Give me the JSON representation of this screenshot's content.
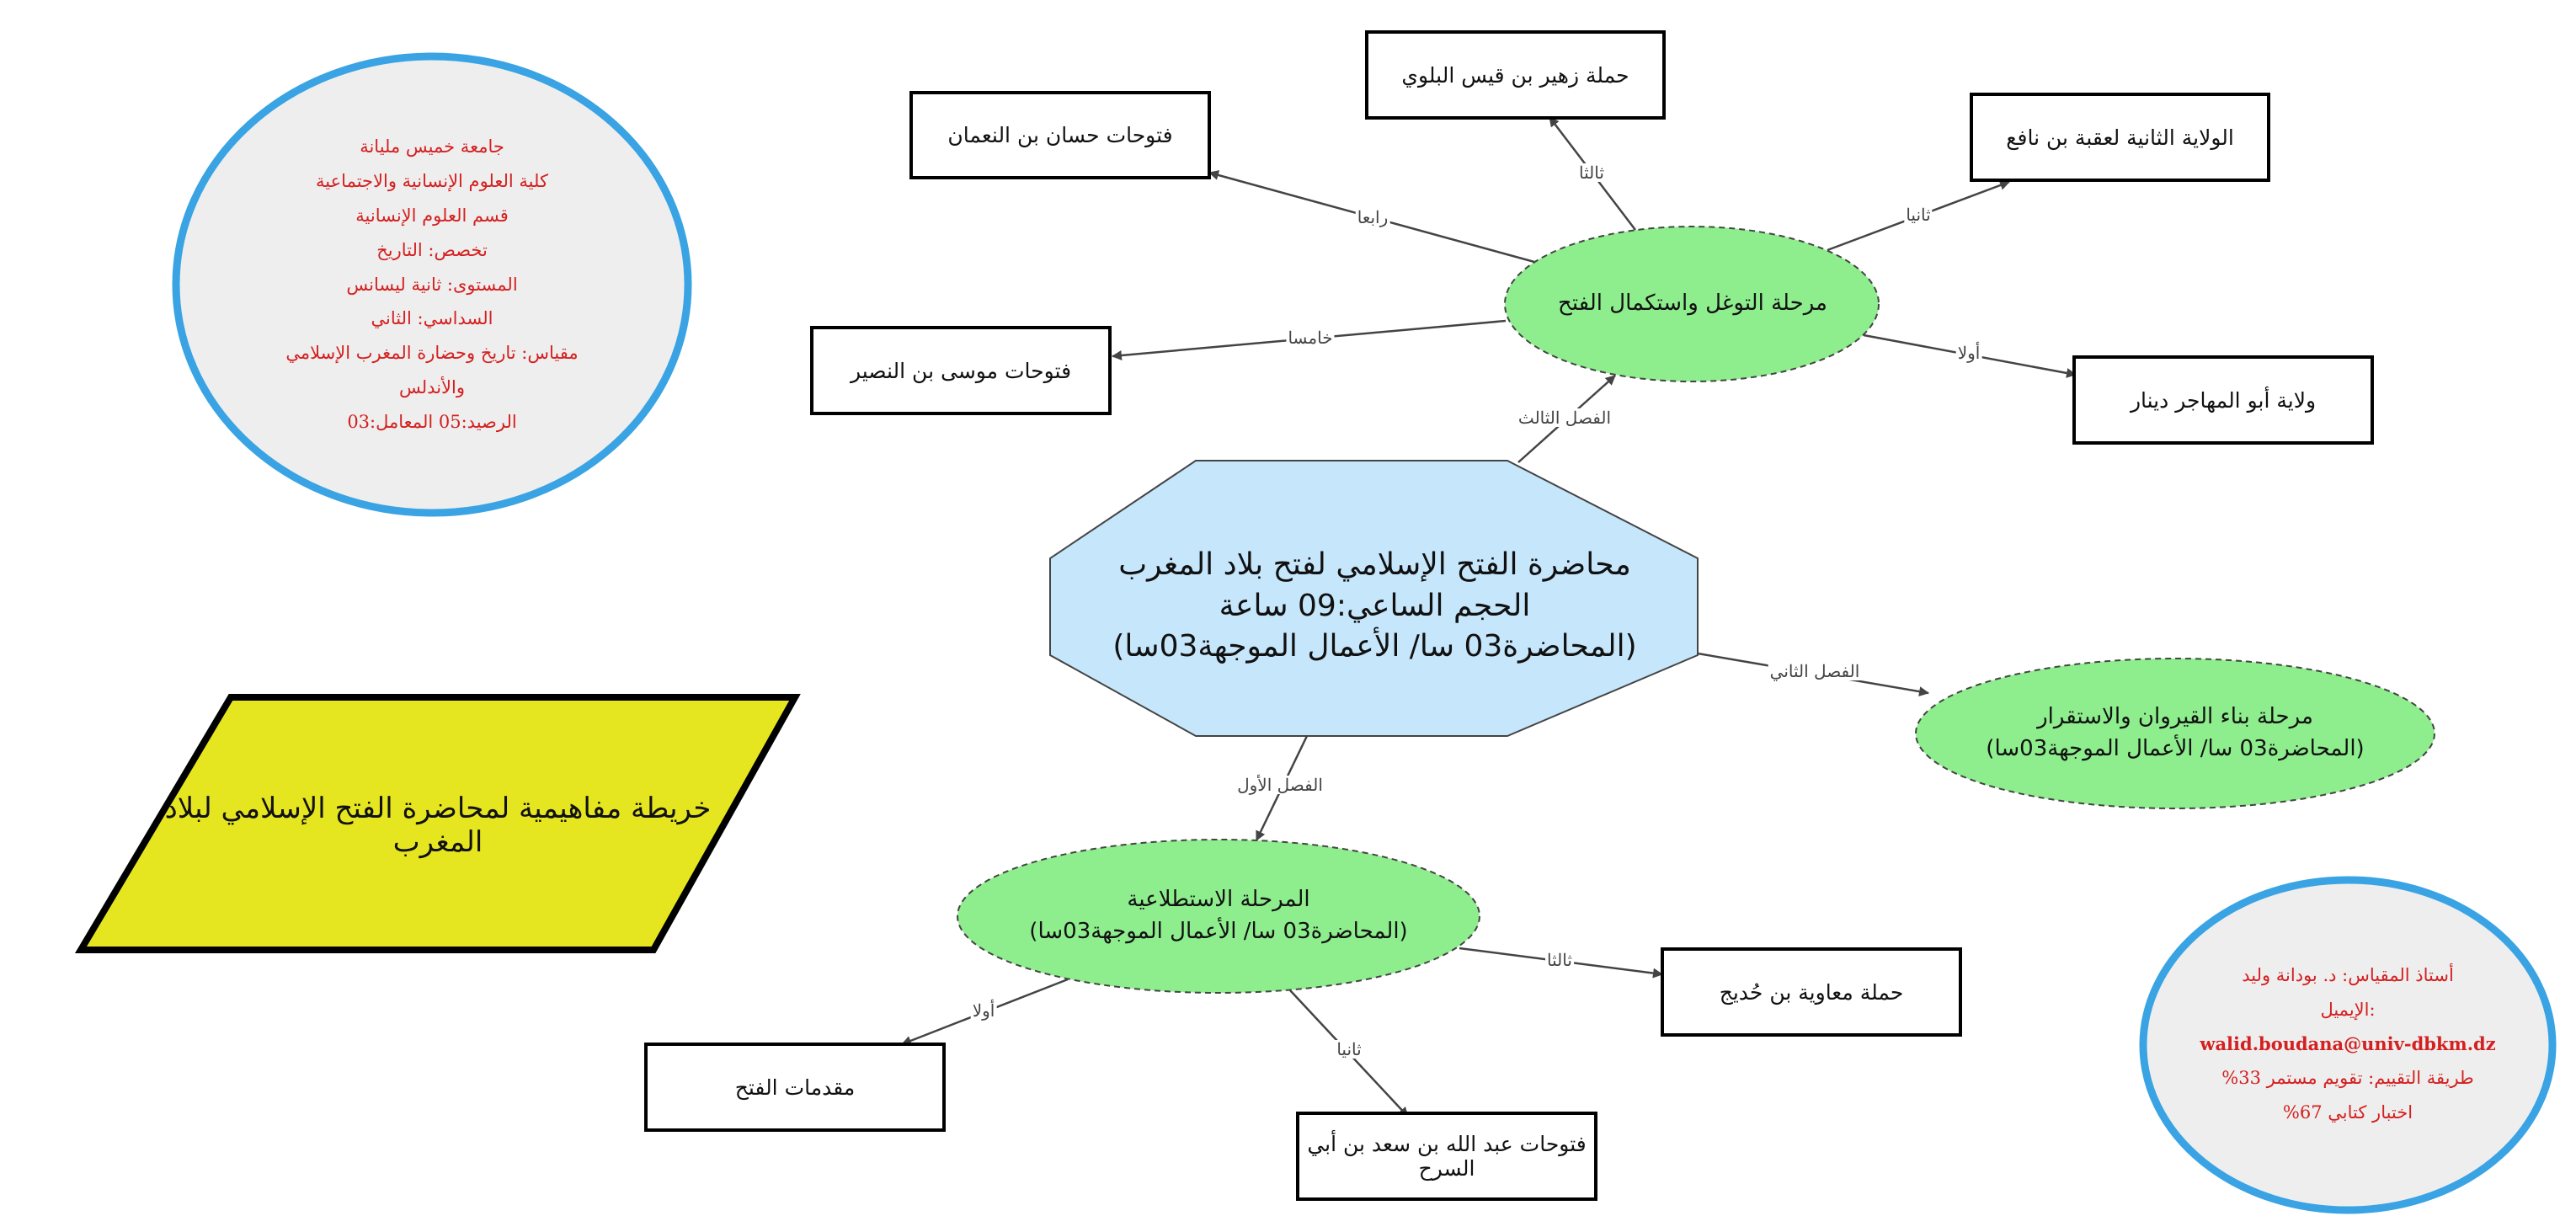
{
  "colors": {
    "phase_fill": "#8eee8e",
    "center_fill": "#c6e6fb",
    "info_fill": "#eeeeee",
    "info_border": "#3aa3e3",
    "info_text": "#d42020",
    "title_fill": "#e6e620"
  },
  "info_top": {
    "lines": [
      "جامعة خميس مليانة",
      "كلية العلوم الإنسانية والاجتماعية",
      "قسم العلوم الإنسانية",
      "تخصص: التاريخ",
      "المستوى: ثانية ليسانس",
      "السداسي: الثاني",
      "مقياس: تاريخ وحضارة المغرب الإسلامي",
      "والأندلس",
      "الرصيد:05 المعامل:03"
    ]
  },
  "info_bottom": {
    "lines": [
      "أستاذ المقياس: د. بودانة وليد",
      ":الإيميل",
      "walid.boudana@univ-dbkm.dz",
      "طريقة التقييم: تقويم مستمر 33%",
      "اختبار كتابي 67%"
    ]
  },
  "title": "خريطة مفاهيمية لمحاضرة الفتح الإسلامي لبلاد المغرب",
  "center": {
    "lines": [
      "محاضرة الفتح الإسلامي لفتح بلاد المغرب",
      "الحجم الساعي:09 ساعة",
      "(المحاضرة03 سا/ الأعمال الموجهة03سا)"
    ]
  },
  "phases": {
    "p1": {
      "lines": [
        "المرحلة الاستطلاعية",
        "(المحاضرة03 سا/ الأعمال الموجهة03سا)"
      ]
    },
    "p2": {
      "lines": [
        "مرحلة بناء القيروان والاستقرار",
        "(المحاضرة03 سا/ الأعمال الموجهة03سا)"
      ]
    },
    "p3": {
      "lines": [
        "مرحلة التوغل واستكمال الفتح"
      ]
    }
  },
  "boxes": {
    "b_zuhayr": "حملة زهير بن قيس البلوي",
    "b_hassan": "فتوحات حسان بن النعمان",
    "b_uqba": "الولاية الثانية لعقبة بن نافع",
    "b_musa": "فتوحات موسى بن النصير",
    "b_muhajir": "ولاية أبو المهاجر دينار",
    "b_muawiya": "حملة معاوية بن حُديج",
    "b_muqaddimat": "مقدمات الفتح",
    "b_abdallah": "فتوحات عبد الله بن سعد بن أبي السرح"
  },
  "edge_labels": {
    "ch3": "الفصل الثالث",
    "ch2": "الفصل الثاني",
    "ch1": "الفصل الأول",
    "p3_zuhayr": "ثالثا",
    "p3_hassan": "رابعا",
    "p3_uqba": "ثانيا",
    "p3_musa": "خامسا",
    "p3_muhajir": "أولا",
    "p1_muawiya": "ثالثا",
    "p1_muqaddimat": "أولا",
    "p1_abdallah": "ثانيا"
  }
}
